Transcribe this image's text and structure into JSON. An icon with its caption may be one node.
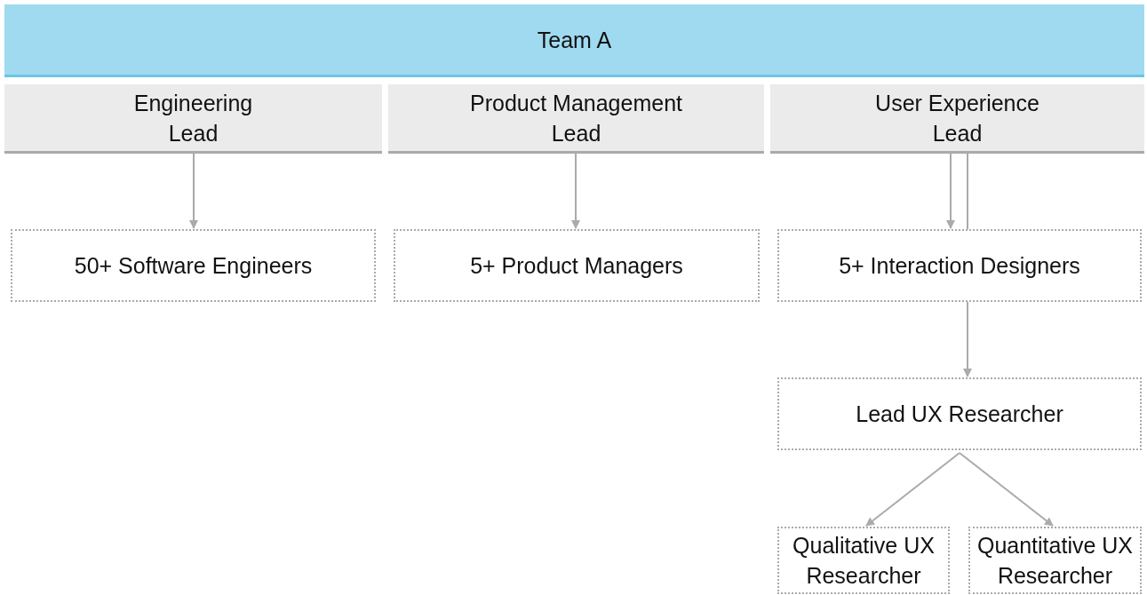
{
  "diagram": {
    "nodes": [
      {
        "text": [
          "Team A"
        ]
      },
      {
        "text": [
          "Engineering Lead"
        ]
      },
      {
        "text": [
          "Product Management Lead"
        ]
      },
      {
        "text": [
          "User Experience Lead"
        ]
      },
      {
        "text": [
          "50+ Software Engineers"
        ]
      },
      {
        "text": [
          "5+ Product Managers"
        ]
      },
      {
        "text": [
          "5+ Interaction Designers"
        ]
      },
      {
        "text": [
          "Lead UX Researcher"
        ]
      },
      {
        "text": [
          "Qualitative UX Researcher"
        ]
      },
      {
        "text": [
          "Quantitative UX Researcher"
        ]
      }
    ],
    "edges": [
      {
        "from": 1,
        "to": 4,
        "arrow": "to"
      },
      {
        "from": 2,
        "to": 5,
        "arrow": "to"
      },
      {
        "from": 3,
        "to": 6,
        "arrow": "to"
      },
      {
        "from": 3,
        "to": 6,
        "arrow": "none"
      },
      {
        "from": 6,
        "to": 7,
        "arrow": "to"
      },
      {
        "from": 7,
        "to": 8,
        "arrow": "to"
      },
      {
        "from": 7,
        "to": 9,
        "arrow": "to"
      }
    ]
  }
}
